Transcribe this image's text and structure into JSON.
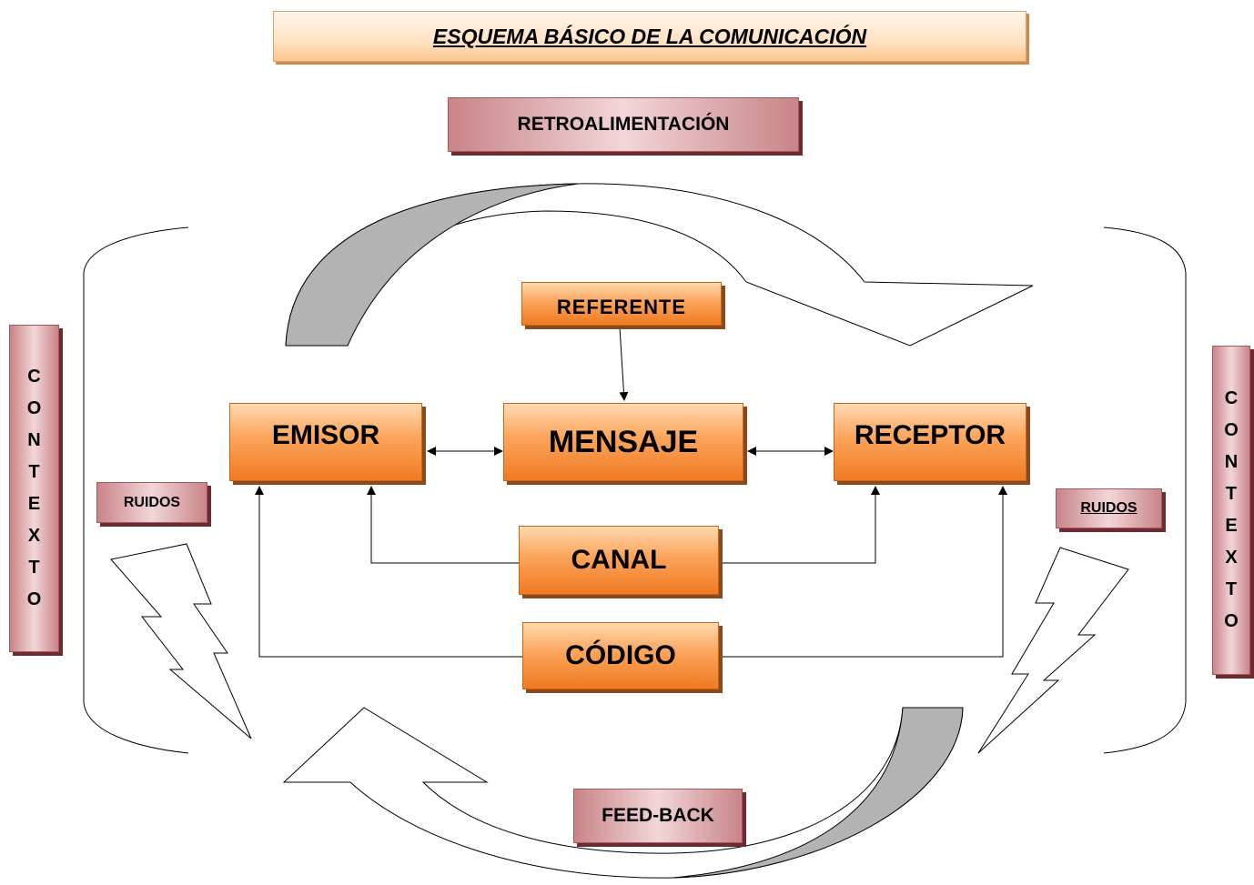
{
  "title": "ESQUEMA BÁSICO DE LA COMUNICACIÓN",
  "nodes": {
    "retroalimentacion": "RETROALIMENTACIÓN",
    "referente": "REFERENTE",
    "emisor": "EMISOR",
    "mensaje": "MENSAJE",
    "receptor": "RECEPTOR",
    "canal": "CANAL",
    "codigo": "CÓDIGO",
    "feedback": "FEED-BACK",
    "ruidos_left": "RUIDOS",
    "ruidos_right": "RUIDOS"
  },
  "contexto_left": [
    "C",
    "O",
    "N",
    "T",
    "E",
    "X",
    "T",
    "O"
  ],
  "contexto_right": [
    "C",
    "O",
    "N",
    "T",
    "E",
    "X",
    "T",
    "O"
  ],
  "colors": {
    "node_orange": "#f7933f",
    "label_pink": "#d99a9e",
    "arrow_gray": "#b3b3b3"
  }
}
